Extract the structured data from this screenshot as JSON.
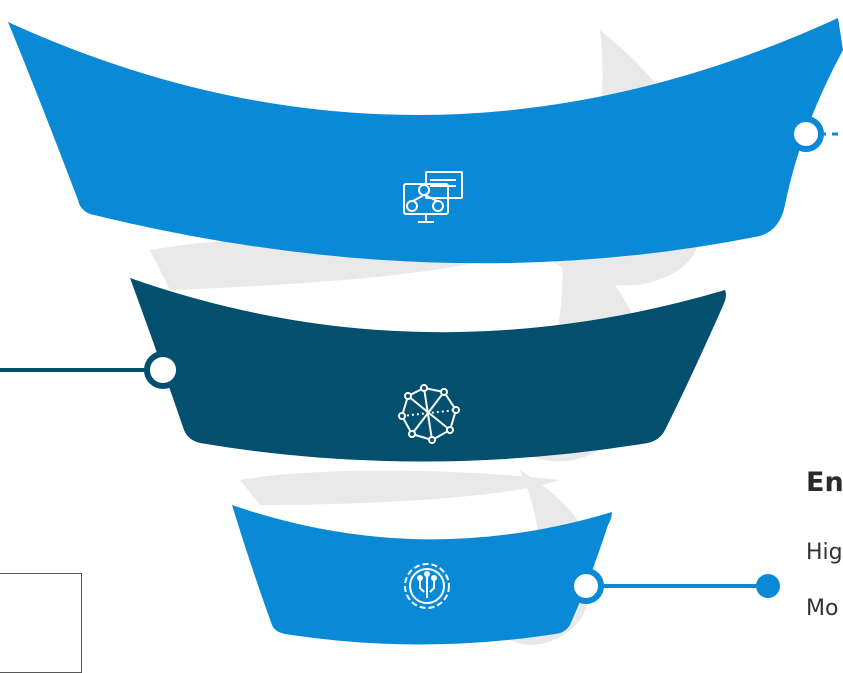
{
  "colors": {
    "tier_light": "#0a8ad6",
    "tier_dark": "#034f6e",
    "swirl": "#e9e9e9",
    "connector": "#0a8ad6",
    "connector_dark": "#034f6e"
  },
  "funnel": {
    "tiers": [
      {
        "name": "top",
        "icon": "computer-network-icon",
        "color": "#0a8ad6"
      },
      {
        "name": "middle",
        "icon": "network-graph-icon",
        "color": "#034f6e"
      },
      {
        "name": "bottom",
        "icon": "gear-circuit-icon",
        "color": "#0a8ad6"
      }
    ]
  },
  "callout": {
    "heading": "En",
    "line1": "Hig",
    "line2": "Mo"
  }
}
